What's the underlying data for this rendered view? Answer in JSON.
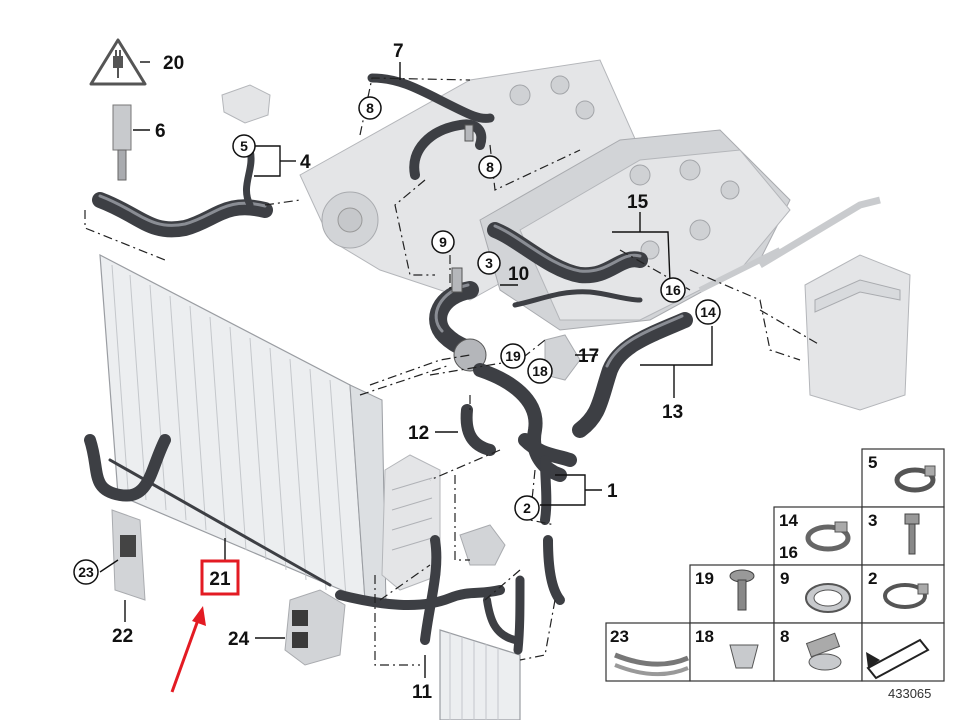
{
  "diagram_code": "433065",
  "colors": {
    "hose": "#3d3f44",
    "highlight_box": "#e31b23",
    "arrow": "#e31b23",
    "part": "#e4e5e7"
  },
  "callouts": [
    {
      "id": "20",
      "label": "20"
    },
    {
      "id": "6",
      "label": "6"
    },
    {
      "id": "4",
      "label": "4"
    },
    {
      "id": "5",
      "label": "5"
    },
    {
      "id": "7",
      "label": "7"
    },
    {
      "id": "8a",
      "label": "8"
    },
    {
      "id": "8b",
      "label": "8"
    },
    {
      "id": "9",
      "label": "9"
    },
    {
      "id": "3",
      "label": "3"
    },
    {
      "id": "10",
      "label": "10"
    },
    {
      "id": "15",
      "label": "15"
    },
    {
      "id": "16",
      "label": "16"
    },
    {
      "id": "14",
      "label": "14"
    },
    {
      "id": "13",
      "label": "13"
    },
    {
      "id": "17",
      "label": "17"
    },
    {
      "id": "19",
      "label": "19"
    },
    {
      "id": "18",
      "label": "18"
    },
    {
      "id": "12",
      "label": "12"
    },
    {
      "id": "1",
      "label": "1"
    },
    {
      "id": "2",
      "label": "2"
    },
    {
      "id": "21",
      "label": "21"
    },
    {
      "id": "23",
      "label": "23"
    },
    {
      "id": "22",
      "label": "22"
    },
    {
      "id": "24",
      "label": "24"
    },
    {
      "id": "11",
      "label": "11"
    }
  ],
  "highlight": {
    "label": "21"
  },
  "legend_cells": [
    {
      "label": "5"
    },
    {
      "label": "14",
      "label2": "16"
    },
    {
      "label": "3"
    },
    {
      "label": "19"
    },
    {
      "label": "9"
    },
    {
      "label": "2"
    },
    {
      "label": "23"
    },
    {
      "label": "18"
    },
    {
      "label": "8"
    },
    {
      "label": ""
    }
  ],
  "icons": [
    "warning-plug-icon",
    "red-pointer-arrow"
  ]
}
